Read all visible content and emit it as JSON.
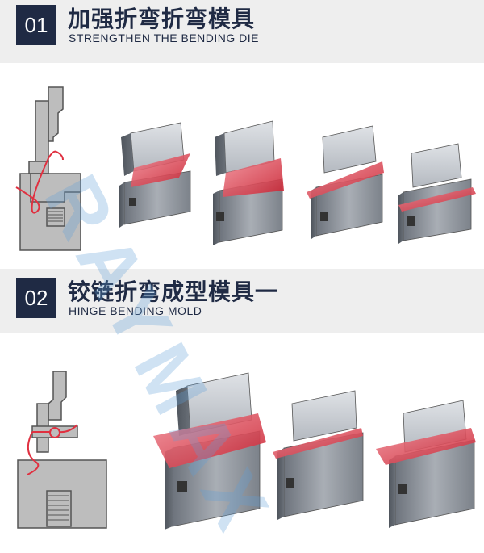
{
  "section1": {
    "number": "01",
    "title_cn": "加强折弯折弯模具",
    "title_en": "STRENGTHEN THE BENDING DIE"
  },
  "section2": {
    "number": "02",
    "title_cn": "铰链折弯成型模具一",
    "title_en": "HINGE BENDING MOLD"
  },
  "watermark": "RAYMAX",
  "colors": {
    "navy": "#1f2a44",
    "band": "#eeeeee",
    "metal": "#9aa0a8",
    "red": "#e03040",
    "diagram_fill": "#bdbdbd"
  }
}
